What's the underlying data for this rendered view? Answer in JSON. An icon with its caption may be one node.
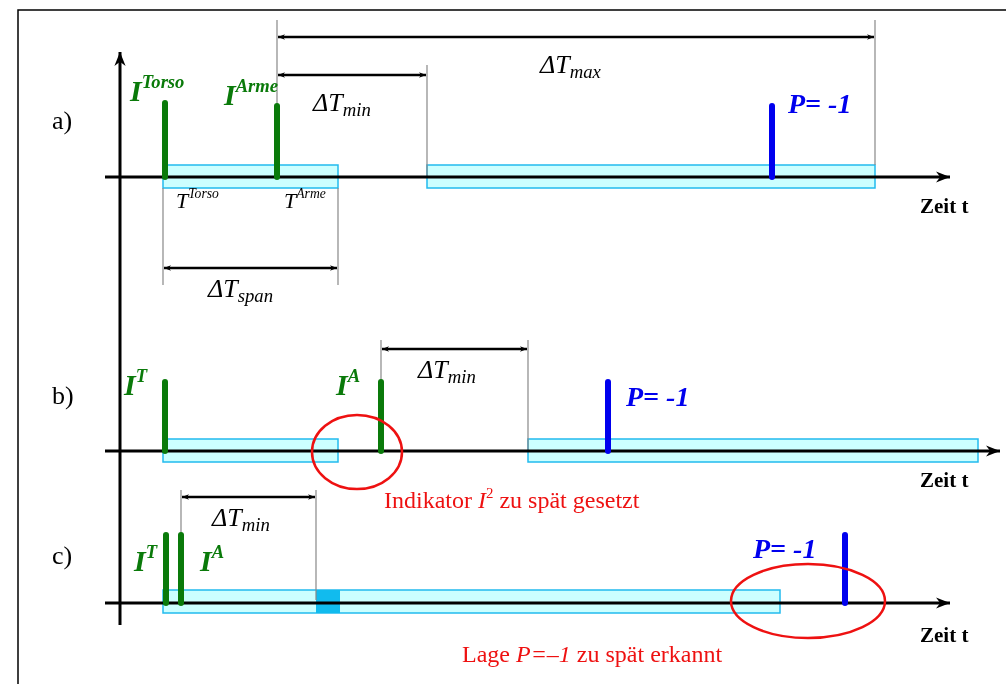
{
  "diagram": {
    "labels": [
      "ΔT$_{max}$",
      "I$^{Torso}$",
      "I$^{Arme}$",
      "ΔT$_{min}$",
      "a)",
      "P= -1",
      "T$^{Torso}$",
      "T$^{Arme}$",
      "Zeit t",
      "ΔT$_{span}$",
      "b)",
      "I$^{T}$",
      "I$^{A}$",
      "ΔT$_{min}$",
      "P= -1",
      "Zeit t",
      "Indikator *I*$^{2}$ zu spät gesetzt",
      "ΔT$_{min}$",
      "c)",
      "I$^{T}$",
      "I$^{A}$",
      "P= -1",
      "Zeit t",
      "Lage *P=–1* zu spät erkannt"
    ]
  }
}
